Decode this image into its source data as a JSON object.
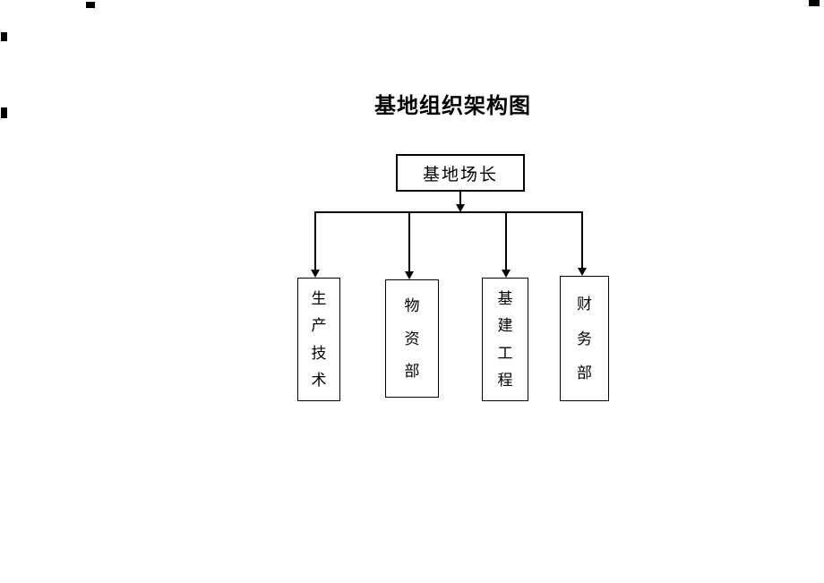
{
  "page": {
    "title": "基地组织架构图"
  },
  "org_chart": {
    "type": "org-hierarchy",
    "root": {
      "label": "基地场长"
    },
    "departments": [
      {
        "label": "生产技术"
      },
      {
        "label": "物资部"
      },
      {
        "label": "基建工程"
      },
      {
        "label": "财务部"
      }
    ]
  },
  "colors": {
    "background": "#ffffff",
    "line": "#000000",
    "text": "#000000"
  }
}
